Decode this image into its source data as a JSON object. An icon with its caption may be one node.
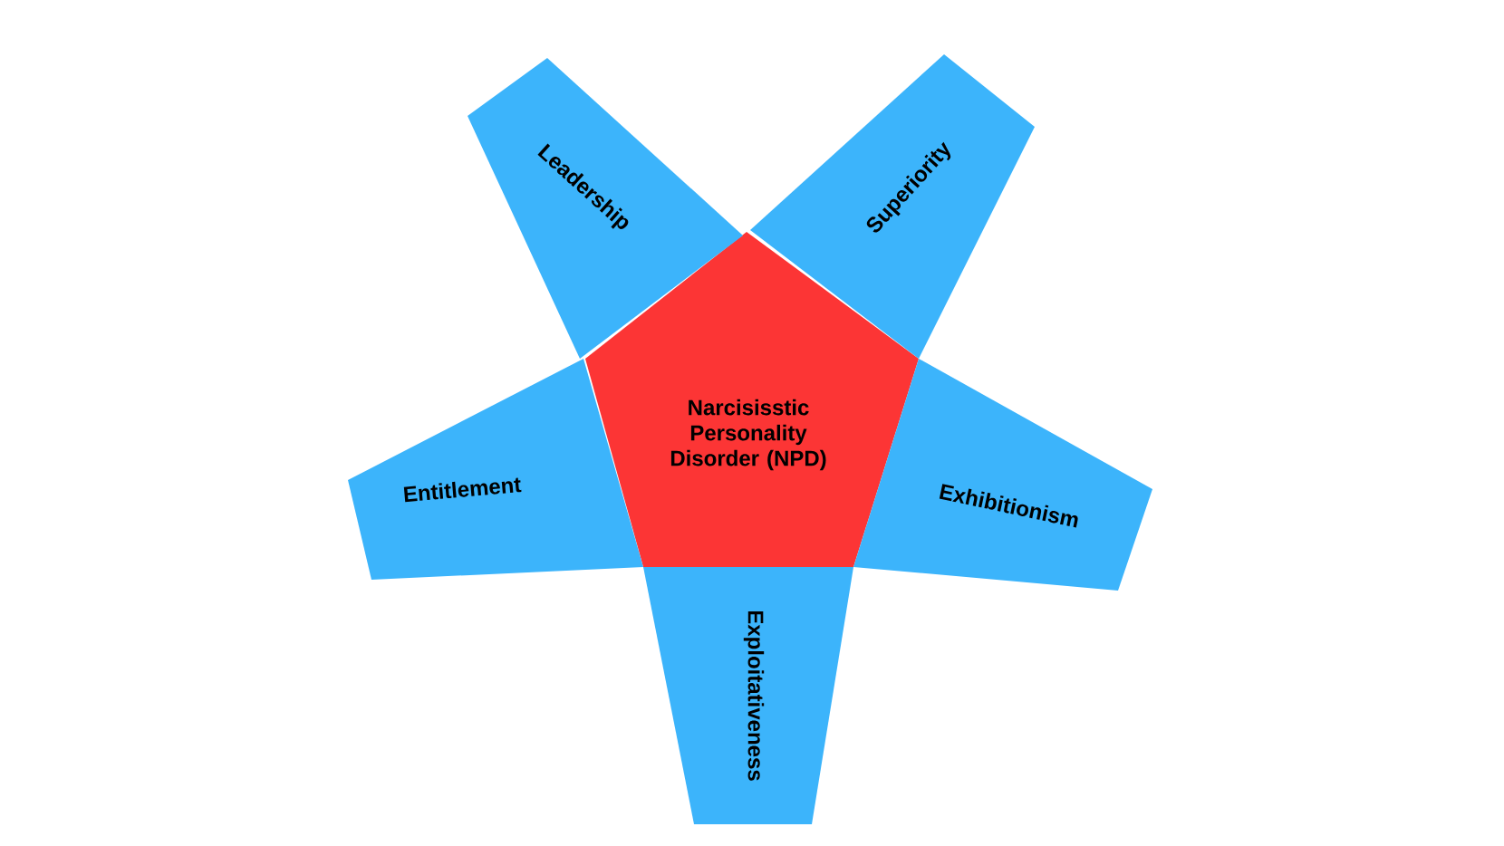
{
  "diagram": {
    "nodes": [
      {
        "text": [
          "Narcisisstic Personality Disorder (NPD)"
        ]
      },
      {
        "text": [
          "Leadership"
        ]
      },
      {
        "text": [
          "Superiority"
        ]
      },
      {
        "text": [
          "Exhibitionism"
        ]
      },
      {
        "text": [
          "Exploitativeness"
        ]
      },
      {
        "text": [
          "Entitlement"
        ]
      }
    ]
  }
}
